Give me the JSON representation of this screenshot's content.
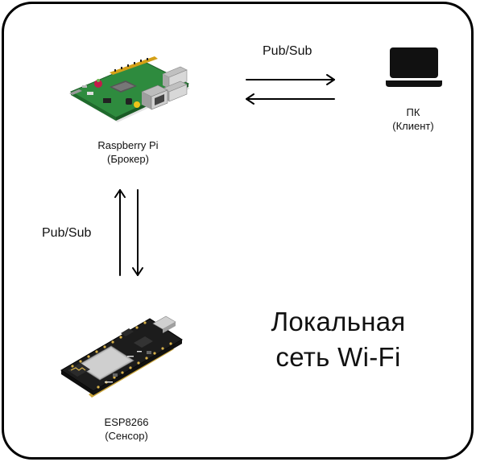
{
  "diagram": {
    "broker": {
      "name": "Raspberry Pi",
      "role": "(Брокер)"
    },
    "client": {
      "name": "ПК",
      "role": "(Клиент)"
    },
    "sensor": {
      "name": "ESP8266",
      "role": "(Сенсор)"
    },
    "link_top": "Pub/Sub",
    "link_left": "Pub/Sub",
    "network": {
      "line1": "Локальная",
      "line2": "сеть Wi-Fi"
    }
  },
  "icons": {
    "broker": "raspberry-pi-board-icon",
    "client": "laptop-icon",
    "sensor": "esp8266-board-icon"
  },
  "colors": {
    "frame": "#000000",
    "pcb_green": "#2e8b3e",
    "esp_board": "#1c1c1c"
  }
}
